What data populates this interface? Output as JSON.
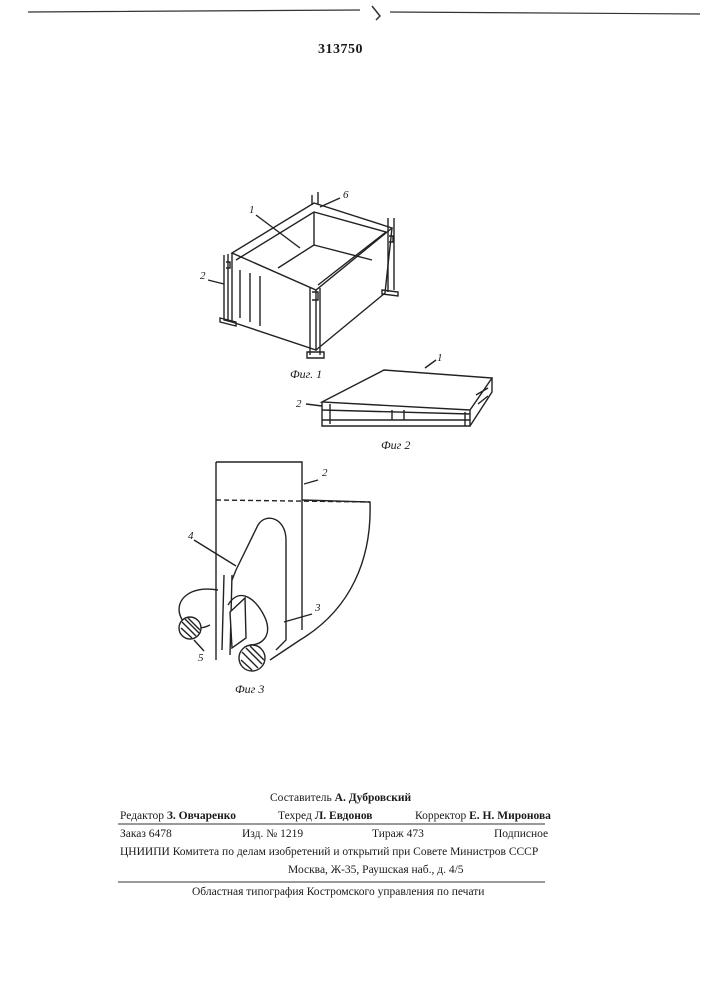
{
  "patent_number": "313750",
  "figures": {
    "fig1": {
      "caption": "Фиг. 1",
      "callouts": [
        "1",
        "6",
        "2"
      ]
    },
    "fig2": {
      "caption": "Фиг 2",
      "callouts": [
        "1",
        "2"
      ]
    },
    "fig3": {
      "caption": "Фиг 3",
      "callouts": [
        "2",
        "4",
        "3",
        "5"
      ]
    }
  },
  "imprint": {
    "compiler_label": "Составитель",
    "compiler": "А. Дубровский",
    "editor_label": "Редактор",
    "editor": "З. Овчаренко",
    "tech_label": "Техред",
    "tech": "Л. Евдонов",
    "corrector_label": "Корректор",
    "corrector": "Е. Н. Миронова",
    "order": "Заказ 6478",
    "edition": "Изд. № 1219",
    "print_run": "Тираж 473",
    "subscription": "Подписное",
    "institution": "ЦНИИПИ Комитета по делам изобретений и открытий при Совете Министров СССР",
    "address": "Москва, Ж-35, Раушская наб., д. 4/5",
    "printer": "Областная типография Костромского управления по печати"
  }
}
